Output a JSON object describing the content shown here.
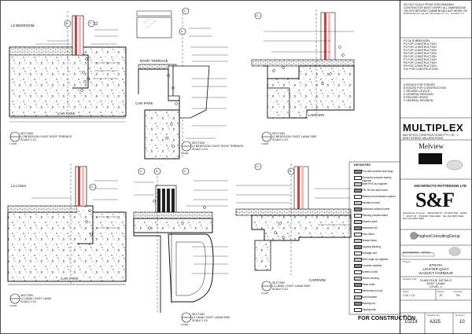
{
  "notes_text": "DO NOT SCALE FROM THIS DRAWING. CONTRACTOR MUST VERIFY ALL DIMENSIONS ON SITE BEFORE COMMENCING ANY WORK OR PREPARING SHOP DRAWINGS. ALL WORK TO COMPLY WITH AUSTRALIAN STANDARDS AND RELEVANT BUILDING CODES.",
  "revisions_a": [
    "P1 DA SUBMISSION",
    "P2 FOR CONSTRUCTION",
    "P3 FOR CONSTRUCTION",
    "P4 FOR CONSTRUCTION",
    "P5 FOR CONSTRUCTION",
    "P6 FOR CONSTRUCTION",
    "P7 FOR CONSTRUCTION",
    "P8 FOR CONSTRUCTION",
    "P9 FOR CONSTRUCTION",
    "P10 FOR CONSTRUCTION"
  ],
  "revisions_b": [
    "A ISSUED FOR TENDER",
    "B ISSUED FOR CONSTRUCTION",
    "C REVISED LEVELS",
    "D GENERAL REVISION",
    "E REVISED GRATE",
    "F GENERAL REVISION"
  ],
  "multiplex": "MULTIPLEX",
  "multiplex_sub": "MULTIPLEX CONSTRUCTIONS PTY LTD · 1 KENT STREET MILLERS POINT",
  "melview": "Melview",
  "architects": "ARCHITECTS PATTERSON LTD",
  "sf_logo": "S&F",
  "sf_addr": "Stephenson & Turner · ARCHITECTS · PO BOX 500 · LEVEL 7 · 33 FIT ST · SYDNEY NSW 2000 · TEL (02) 9657 9900 · FAX (02) 9657 9999",
  "hughes": "HughesConsultingGroup",
  "hughes_sub": "ENGINEERING · DESIGN",
  "project_lines": [
    "STRATA",
    "LIGHTER QUAY",
    "VIADUCT HARBOUR"
  ],
  "title_lines": [
    "SLAB EDGE DETAILS",
    "EAST LANAI",
    "LEVEL 2"
  ],
  "lbl_project": "Project",
  "lbl_title": "Drawing Title",
  "lbl_scale": "Scale",
  "val_scale": "1:10 / 1:5",
  "lbl_drawn": "Drawn",
  "val_drawn": "JP",
  "lbl_checked": "Checked",
  "val_checked": "SS",
  "lbl_jobno": "Job No.",
  "lbl_dwgno": "Drawing No.",
  "lbl_rev": "Revision",
  "job_no": "10214",
  "drawing_no": "A325",
  "revision": "10",
  "for_construction": "FOR CONSTRUCTION",
  "legend_title": "KEYNOTES",
  "legend_items": [
    "Pre-cast concrete slab edge",
    "Structural concrete slab by engineer",
    "Steel RHS by engineer",
    "FRL 90 fire rated board",
    "Waterproof membrane system",
    "Insulation board",
    "Aluminium window frame",
    "Flashing powdercoated",
    "Bitumen paint",
    "Aluminium sill",
    "Floor finish",
    "Sealant bead",
    "Capping flashing",
    "Drainage cell",
    "Steel angle by engineer",
    "Concrete upstand",
    "Screed to falls",
    "Timber decking",
    "Weep holes",
    "Membrane turn-up",
    "Bond breaker",
    "Backing rod",
    "Topping slab"
  ],
  "view_labels": {
    "bedroom": "L2 BEDROOM",
    "roof_terrace": "ROOF TERRACE",
    "car_park_1": "CAR PARK",
    "car_park_2": "CAR PARK",
    "carpark_3": "CARPARK",
    "lanai": "L2 LANAI",
    "car_park_4": "CAR PARK",
    "carpark_5": "CARPARK"
  },
  "captions": [
    {
      "tag": "1 A325",
      "t1": "SECTION",
      "t2": "L2 BEDROOM / EAST ROOF TERRACE",
      "t3": "SCALE 1:10"
    },
    {
      "tag": "2 A325",
      "t1": "SECTION",
      "t2": "L2 BEDROOM / EAST ROOF TERRACE",
      "t3": "SCALE 1:10"
    },
    {
      "tag": "3 A325",
      "t1": "SECTION",
      "t2": "L2 BEDROOM / EAST LANAI SIDE",
      "t3": "SCALE 1:10"
    },
    {
      "tag": "4 A325",
      "t1": "SECTION",
      "t2": "L2 LANAI / EAST LANAI",
      "t3": "SCALE 1:10"
    },
    {
      "tag": "5 A325",
      "t1": "SECTION",
      "t2": "L2 LANAI / EAST LANAI SIDE",
      "t3": "SCALE 1:10"
    },
    {
      "tag": "6 A325",
      "t1": "SECTION",
      "t2": "L2 LANAI / EAST LANAI SIDE",
      "t3": "SCALE 1:10"
    }
  ],
  "callouts": [
    "C",
    "C",
    "C",
    "C",
    "C",
    "C",
    "B",
    "A",
    "A",
    "B",
    "C"
  ]
}
